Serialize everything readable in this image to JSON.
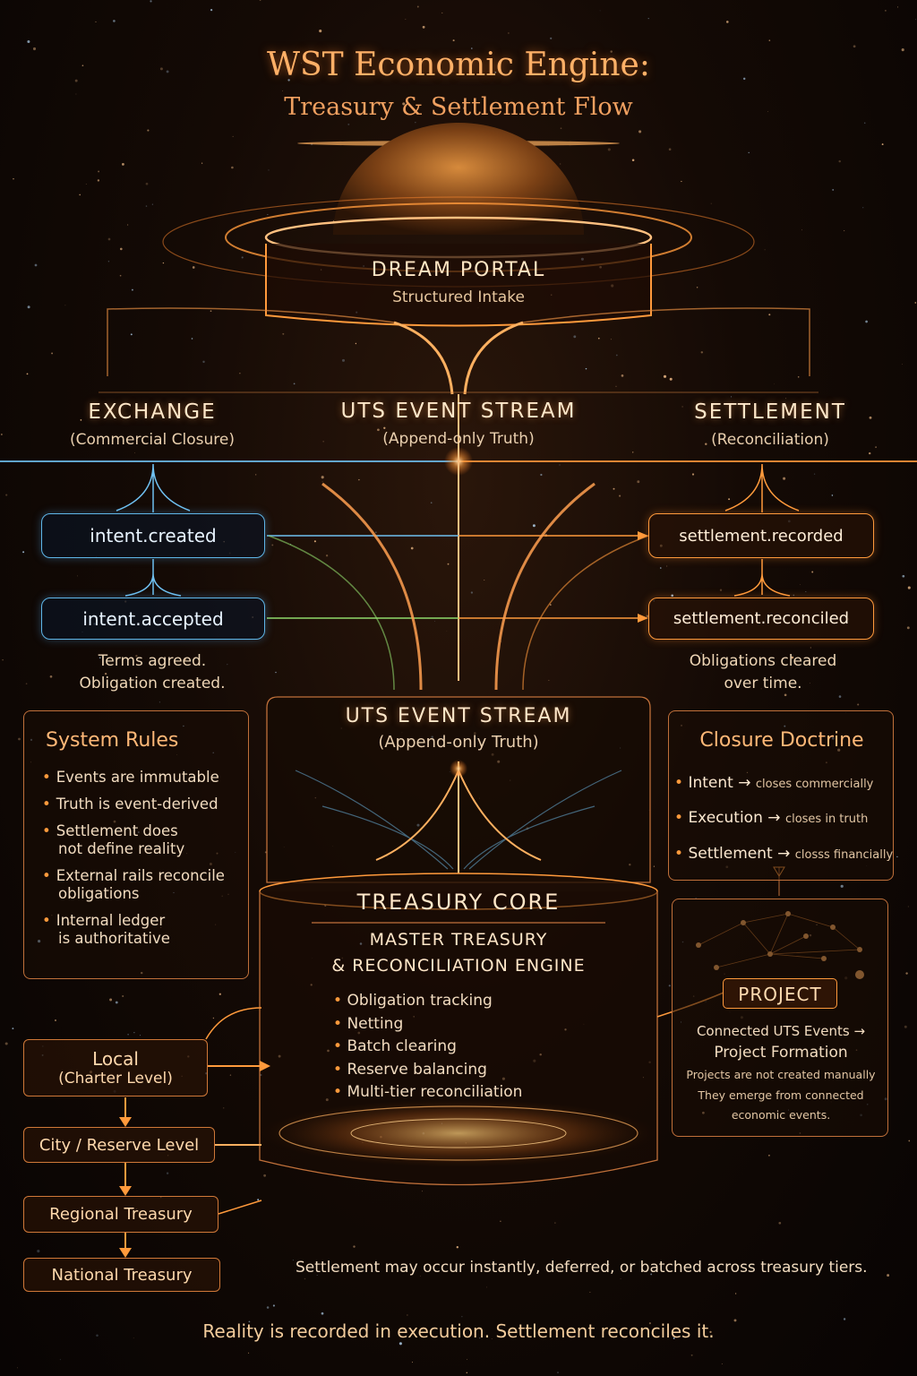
{
  "title": "WST Economic Engine:",
  "subtitle": "Treasury & Settlement Flow",
  "portal": {
    "title": "DREAM PORTAL",
    "subtitle": "Structured Intake"
  },
  "columns": {
    "exchange": {
      "title": "EXCHANGE",
      "subtitle": "(Commercial Closure)"
    },
    "stream": {
      "title": "UTS EVENT STREAM",
      "subtitle": "(Append-only Truth)"
    },
    "settlement": {
      "title": "SETTLEMENT",
      "subtitle": "(Reconciliation)"
    }
  },
  "events": {
    "intent_created": "intent.created",
    "intent_accepted": "intent.accepted",
    "settlement_recorded": "settlement.recorded",
    "settlement_reconciled": "settlement.reconciled"
  },
  "notes": {
    "left": [
      "Terms agreed.",
      "Obligation created."
    ],
    "right": [
      "Obligations cleared",
      "over time."
    ]
  },
  "stream_center": {
    "title": "UTS EVENT STREAM",
    "subtitle": "(Append-only Truth)"
  },
  "system_rules": {
    "title": "System Rules",
    "items": [
      [
        "Events are immutable"
      ],
      [
        "Truth is event-derived"
      ],
      [
        "Settlement does",
        "not define reality"
      ],
      [
        "External rails reconcile",
        "obligations"
      ],
      [
        "Internal ledger",
        "is authoritative"
      ]
    ]
  },
  "closure_doctrine": {
    "title": "Closure Doctrine",
    "rows": [
      {
        "term": "Intent",
        "arrow": "→",
        "desc": "closes commercially"
      },
      {
        "term": "Execution",
        "arrow": "→",
        "desc": "closes in truth"
      },
      {
        "term": "Settlement",
        "arrow": "→",
        "desc": "closss financially"
      }
    ]
  },
  "treasury_core": {
    "title": "TREASURY CORE",
    "subtitle_line1": "MASTER TREASURY",
    "subtitle_line2": "& RECONCILIATION ENGINE",
    "features": [
      "Obligation tracking",
      "Netting",
      "Batch clearing",
      "Reserve balancing",
      "Multi-tier reconciliation"
    ]
  },
  "project": {
    "label": "PROJECT",
    "line1": "Connected UTS Events →",
    "line2": "Project Formation",
    "desc1": "Projects are not created manually",
    "desc2": "They emerge from connected",
    "desc3": "economic events."
  },
  "tiers": {
    "local_line1": "Local",
    "local_line2": "(Charter Level)",
    "city": "City / Reserve Level",
    "regional": "Regional Treasury",
    "national": "National Treasury"
  },
  "footnote": "Settlement may occur instantly, deferred, or batched across treasury tiers.",
  "closing": "Reality is recorded in execution. Settlement reconciles it.",
  "colors": {
    "accent": "#ff9a3c",
    "blue": "#5fb6e8",
    "green": "#8fd96a",
    "background": "#140a05"
  }
}
